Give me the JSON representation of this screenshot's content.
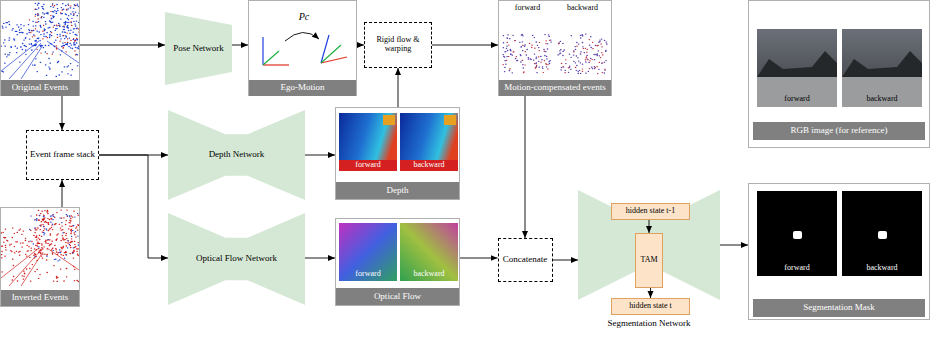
{
  "diagram": {
    "nodes": [
      {
        "text": [
          "Original Events"
        ]
      },
      {
        "text": [
          "Pose Network"
        ]
      },
      {
        "text": [
          "Pc",
          "Ego-Motion"
        ]
      },
      {
        "text": [
          "Rigid flow & warping"
        ]
      },
      {
        "text": [
          "forward",
          "backward",
          "Motion-compensated events"
        ]
      },
      {
        "text": [
          "forward",
          "backward",
          "RGB image (for reference)"
        ]
      },
      {
        "text": [
          "Event frame stack"
        ]
      },
      {
        "text": [
          "Depth Network"
        ]
      },
      {
        "text": [
          "forward",
          "backward",
          "Depth"
        ]
      },
      {
        "text": [
          "Inverted Events"
        ]
      },
      {
        "text": [
          "Optical Flow Network"
        ]
      },
      {
        "text": [
          "forward",
          "backward",
          "Optical Flow"
        ]
      },
      {
        "text": [
          "Concatenate"
        ]
      },
      {
        "text": [
          "Segmentation Network"
        ]
      },
      {
        "text": [
          "hidden state t-1"
        ],
        "in": 13
      },
      {
        "text": [
          "TAM"
        ],
        "in": 13
      },
      {
        "text": [
          "hidden state t"
        ],
        "in": 13
      },
      {
        "text": [
          "forward",
          "backward",
          "Segmentation Mask"
        ]
      }
    ],
    "edges": [
      {
        "from": 0,
        "to": 1,
        "arrow": "to"
      },
      {
        "from": 1,
        "to": 2,
        "arrow": "to"
      },
      {
        "from": 2,
        "to": 3,
        "arrow": "to"
      },
      {
        "from": 3,
        "to": 4,
        "arrow": "to"
      },
      {
        "from": 8,
        "to": 3,
        "arrow": "to"
      },
      {
        "from": 0,
        "to": 6,
        "arrow": "to"
      },
      {
        "from": 9,
        "to": 6,
        "arrow": "to"
      },
      {
        "from": 6,
        "to": 7,
        "arrow": "to"
      },
      {
        "from": 6,
        "to": 10,
        "arrow": "to"
      },
      {
        "from": 7,
        "to": 8,
        "arrow": "to"
      },
      {
        "from": 10,
        "to": 11,
        "arrow": "to"
      },
      {
        "from": 11,
        "to": 12,
        "arrow": "to"
      },
      {
        "from": 4,
        "to": 12,
        "arrow": "to"
      },
      {
        "from": 12,
        "to": 13,
        "arrow": "to"
      },
      {
        "from": 13,
        "to": 17,
        "arrow": "to"
      },
      {
        "from": 14,
        "to": 15,
        "arrow": "to"
      },
      {
        "from": 15,
        "to": 16,
        "arrow": "to"
      }
    ]
  }
}
